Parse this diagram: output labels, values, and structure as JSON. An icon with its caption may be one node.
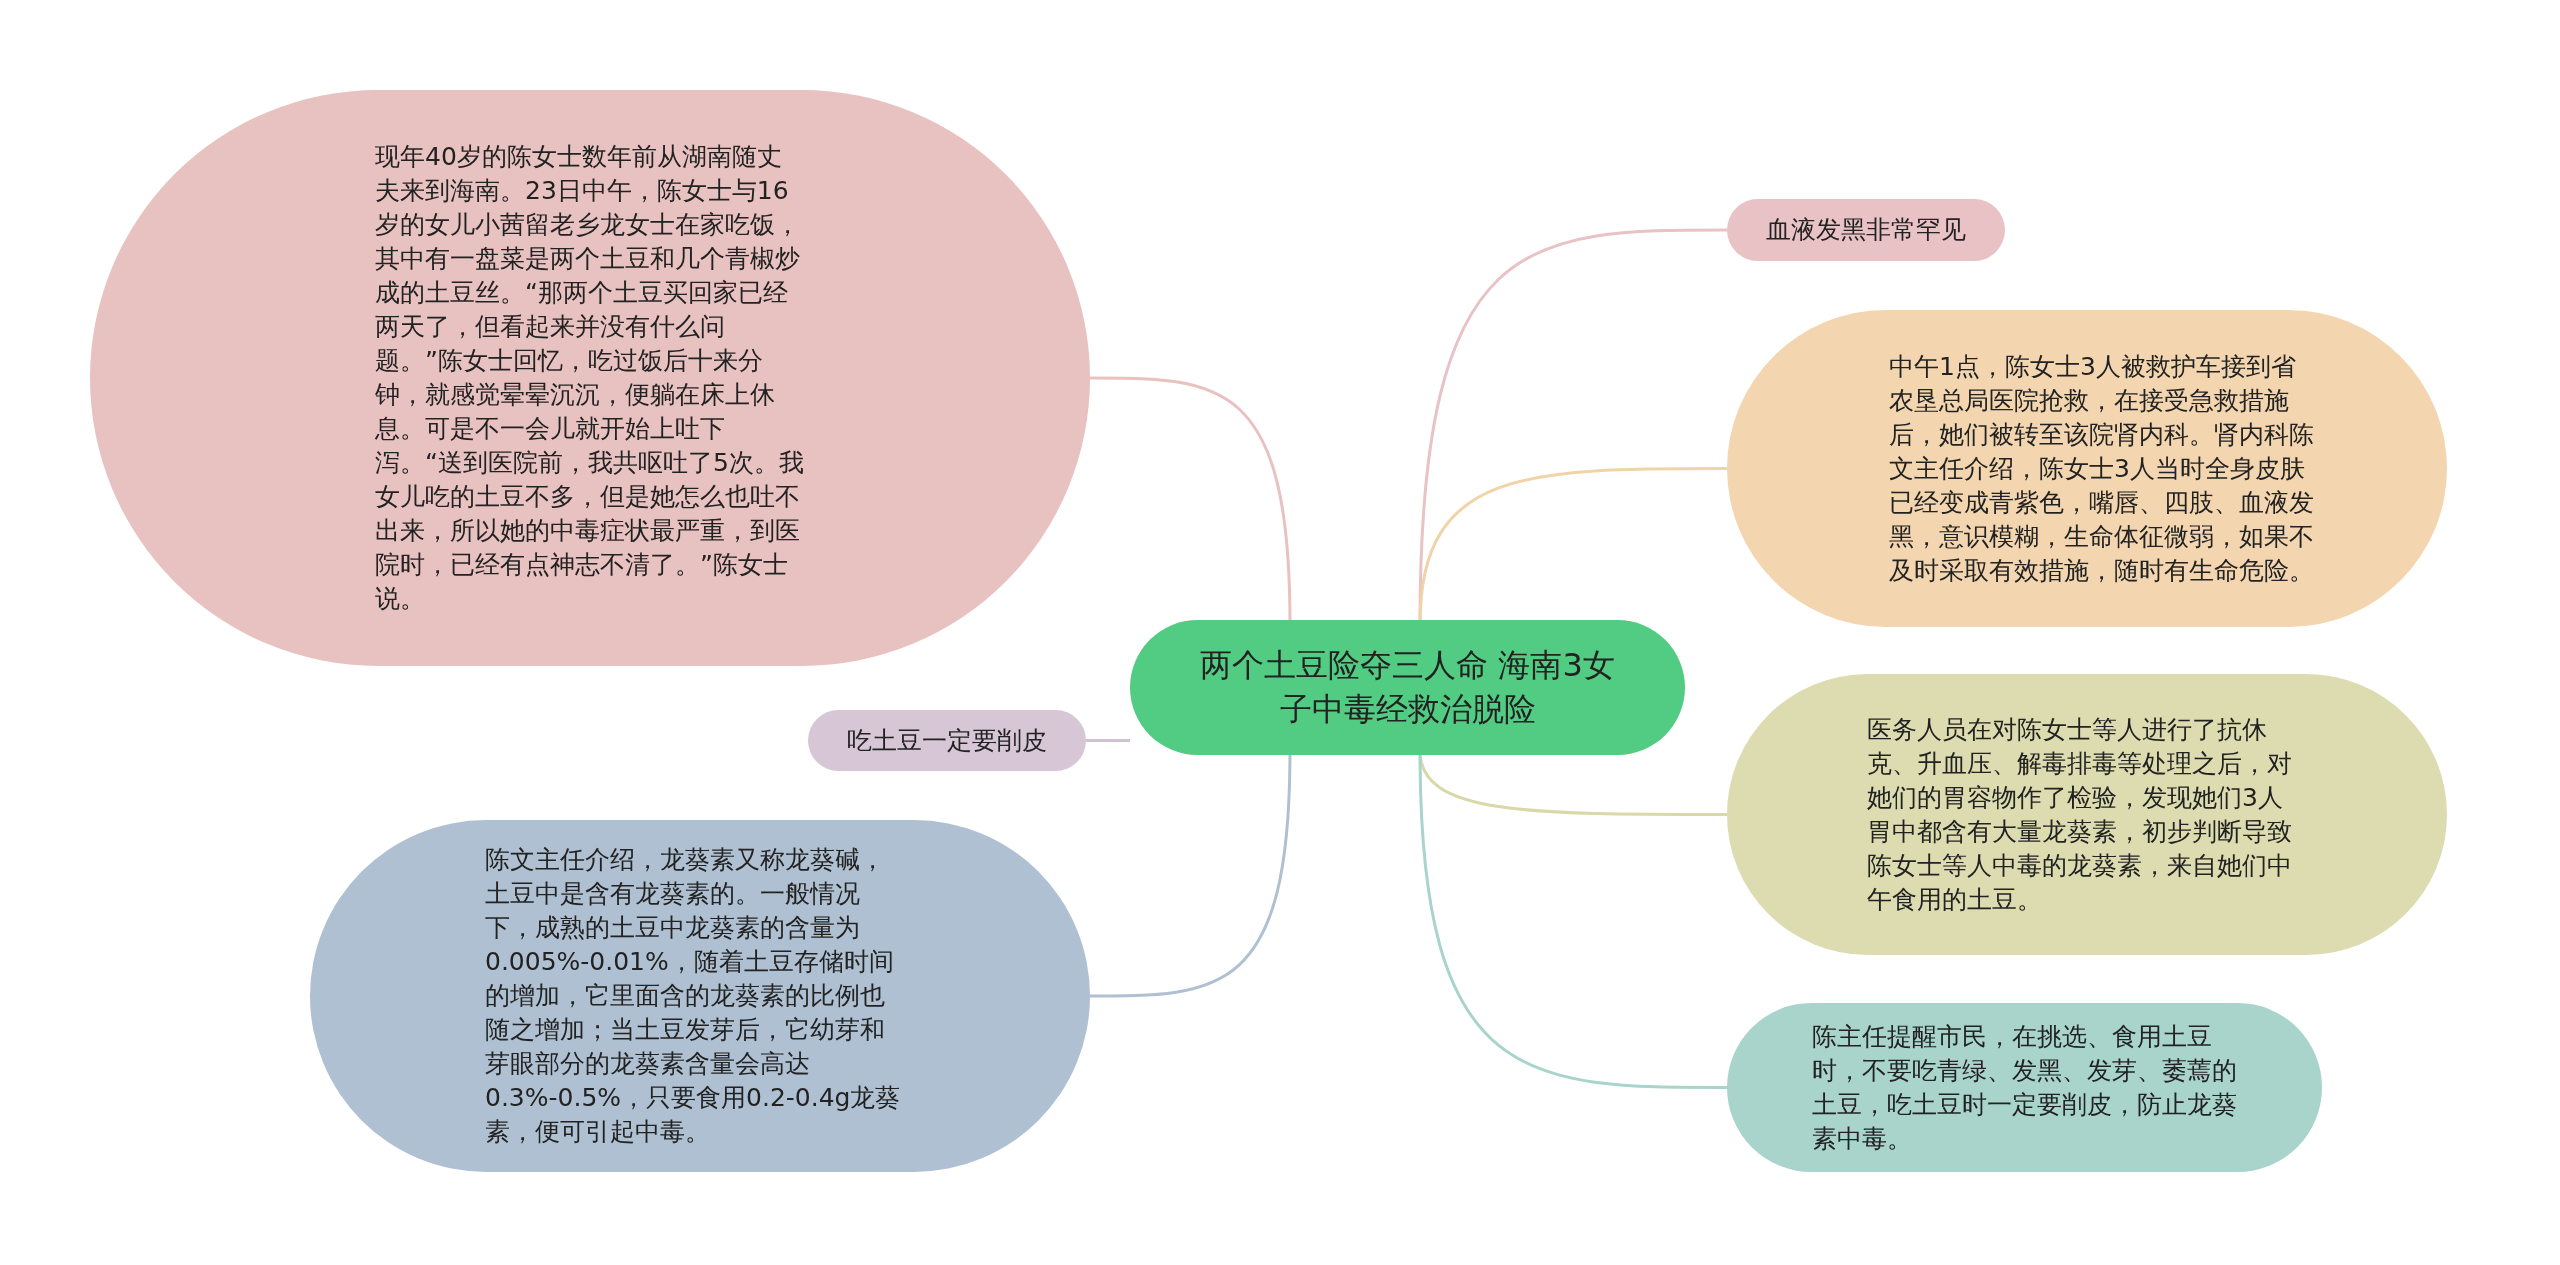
{
  "diagram": {
    "nodes": [
      {
        "text": [
          "两个土豆险夺三人命 海南3女子中毒经救治脱险"
        ]
      },
      {
        "text": [
          "现年40岁的陈女士数年前从湖南随丈夫来到海南。23日中午，陈女士与16岁的女儿小茜留老乡龙女士在家吃饭，其中有一盘菜是两个土豆和几个青椒炒成的土豆丝。“那两个土豆买回家已经两天了，但看起来并没有什么问题。”陈女士回忆，吃过饭后十来分钟，就感觉晕晕沉沉，便躺在床上休息。可是不一会儿就开始上吐下泻。“送到医院前，我共呕吐了5次。我女儿吃的土豆不多，但是她怎么也吐不出来，所以她的中毒症状最严重，到医院时，已经有点神志不清了。”陈女士说。"
        ]
      },
      {
        "text": [
          "吃土豆一定要削皮"
        ]
      },
      {
        "text": [
          "陈文主任介绍，龙葵素又称龙葵碱，土豆中是含有龙葵素的。一般情况下，成熟的土豆中龙葵素的含量为0.005%-0.01%，随着土豆存储时间的增加，它里面含的龙葵素的比例也随之增加；当土豆发芽后，它幼芽和芽眼部分的龙葵素含量会高达0.3%-0.5%，只要食用0.2-0.4g龙葵素，便可引起中毒。"
        ]
      },
      {
        "text": [
          "血液发黑非常罕见"
        ]
      },
      {
        "text": [
          "中午1点，陈女士3人被救护车接到省农垦总局医院抢救，在接受急救措施后，她们被转至该院肾内科。肾内科陈文主任介绍，陈女士3人当时全身皮肤已经变成青紫色，嘴唇、四肢、血液发黑，意识模糊，生命体征微弱，如果不及时采取有效措施，随时有生命危险。"
        ]
      },
      {
        "text": [
          "医务人员在对陈女士等人进行了抗休克、升血压、解毒排毒等处理之后，对她们的胃容物作了检验，发现她们3人胃中都含有大量龙葵素，初步判断导致陈女士等人中毒的龙葵素，来自她们中午食用的土豆。"
        ]
      },
      {
        "text": [
          "陈主任提醒市民，在挑选、食用土豆时，不要吃青绿、发黑、发芽、萎蔫的土豆，吃土豆时一定要削皮，防止龙葵素中毒。"
        ]
      }
    ],
    "edges": [
      {
        "from": 0,
        "to": 1,
        "arrow": "none",
        "color": "#e8c2c1"
      },
      {
        "from": 0,
        "to": 2,
        "arrow": "none",
        "color": "#cfc0d2"
      },
      {
        "from": 0,
        "to": 3,
        "arrow": "none",
        "color": "#b0c0d2"
      },
      {
        "from": 0,
        "to": 4,
        "arrow": "none",
        "color": "#e8c2c4"
      },
      {
        "from": 0,
        "to": 5,
        "arrow": "none",
        "color": "#f0d4a8"
      },
      {
        "from": 0,
        "to": 6,
        "arrow": "none",
        "color": "#d8d8a8"
      },
      {
        "from": 0,
        "to": 7,
        "arrow": "none",
        "color": "#a8d4cc"
      }
    ]
  }
}
